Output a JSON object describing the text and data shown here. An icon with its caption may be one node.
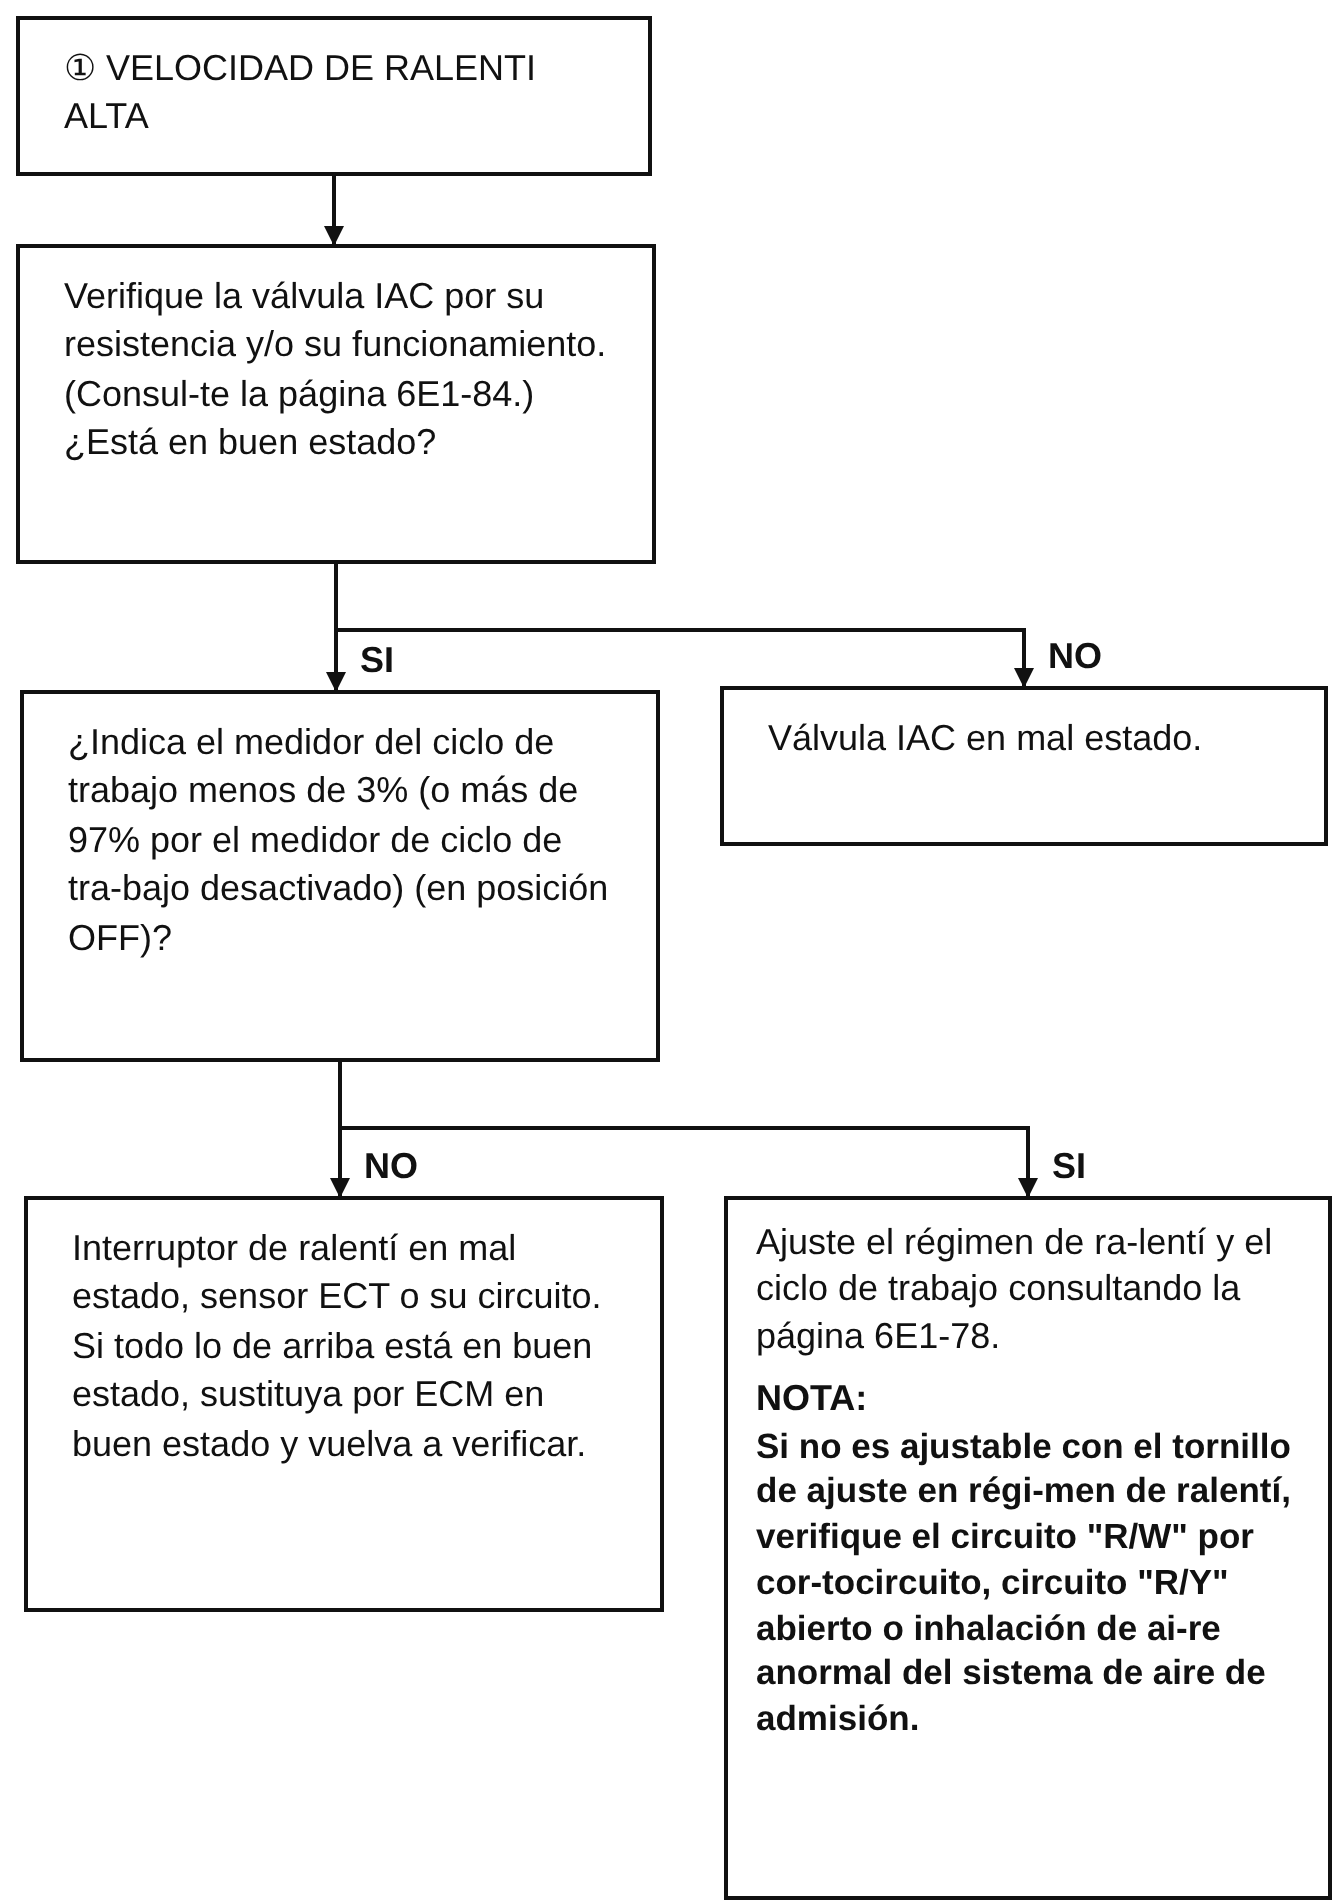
{
  "diagram": {
    "nodes": [
      {
        "text": [
          "① VELOCIDAD DE RALENTI ALTA"
        ]
      },
      {
        "text": [
          "Verifique la válvula IAC por su resistencia y/o su funcionamiento. (Consul-te la página 6E1-84.) ¿Está en buen estado?"
        ]
      },
      {
        "text": [
          "¿Indica el medidor del ciclo de trabajo menos de 3% (o más de 97% por el medidor de ciclo de tra-bajo desactivado) (en posición OFF)?"
        ]
      },
      {
        "text": [
          "Válvula IAC en mal estado."
        ]
      },
      {
        "text": [
          "Interruptor de ralentí en mal estado, sensor ECT o su circuito.",
          "Si todo lo de arriba está en buen estado, sustituya por ECM en buen estado y vuelva a verificar."
        ]
      },
      {
        "text": [
          "Ajuste el régimen de ra-lentí y el ciclo de trabajo consultando la página 6E1-78.",
          "NOTA:",
          "Si no es ajustable con el tornillo de ajuste en régi-men de ralentí, verifique el circuito \"R/W\" por cor-tocircuito, circuito \"R/Y\" abierto o inhalación de ai-re anormal del sistema de aire de admisión."
        ]
      }
    ],
    "edges": [
      {
        "from": 0,
        "to": 1,
        "arrow": "to"
      },
      {
        "from": 1,
        "to": 2,
        "arrow": "to",
        "label": "SI"
      },
      {
        "from": 1,
        "to": 3,
        "arrow": "to",
        "label": "NO"
      },
      {
        "from": 2,
        "to": 4,
        "arrow": "to",
        "label": "NO"
      },
      {
        "from": 2,
        "to": 5,
        "arrow": "to",
        "label": "SI"
      }
    ]
  }
}
